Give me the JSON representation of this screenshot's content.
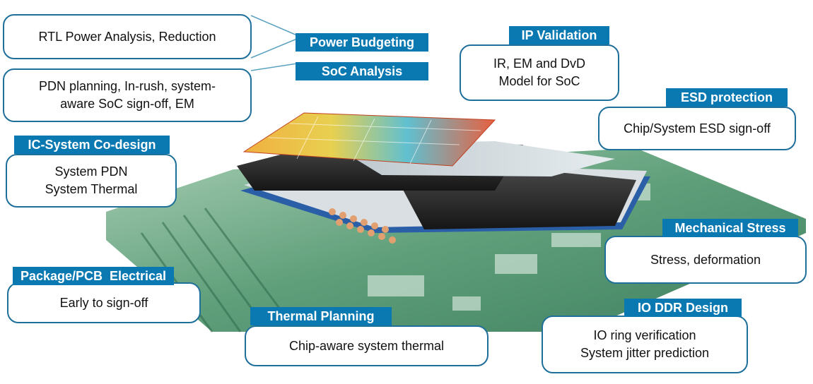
{
  "colors": {
    "tag_fill": "#0b79b1",
    "box_border": "#1f6f9b",
    "board_green": "#5f9f7a",
    "chip_black": "#1e1e1e"
  },
  "callouts": {
    "power_budgeting": {
      "tag": "Power Budgeting",
      "lines": [
        "RTL Power Analysis, Reduction"
      ]
    },
    "soc_analysis": {
      "tag": "SoC Analysis",
      "lines": [
        "PDN planning, In-rush, system-",
        "aware SoC sign-off, EM"
      ]
    },
    "ic_system_codesign": {
      "tag": "IC-System Co-design",
      "lines": [
        "System PDN",
        "System Thermal"
      ]
    },
    "package_pcb_electrical": {
      "tag": "Package/PCB  Electrical",
      "lines": [
        "Early to sign-off"
      ]
    },
    "thermal_planning": {
      "tag": "Thermal Planning",
      "lines": [
        "Chip-aware system thermal"
      ]
    },
    "ip_validation": {
      "tag": "IP Validation",
      "lines": [
        "IR, EM and DvD",
        "Model for SoC"
      ]
    },
    "esd_protection": {
      "tag": "ESD protection",
      "lines": [
        "Chip/System ESD sign-off"
      ]
    },
    "mechanical_stress": {
      "tag": "Mechanical Stress",
      "lines": [
        "Stress, deformation"
      ]
    },
    "io_ddr_design": {
      "tag": "IO DDR Design",
      "lines": [
        "IO ring verification",
        "System jitter prediction"
      ]
    }
  }
}
